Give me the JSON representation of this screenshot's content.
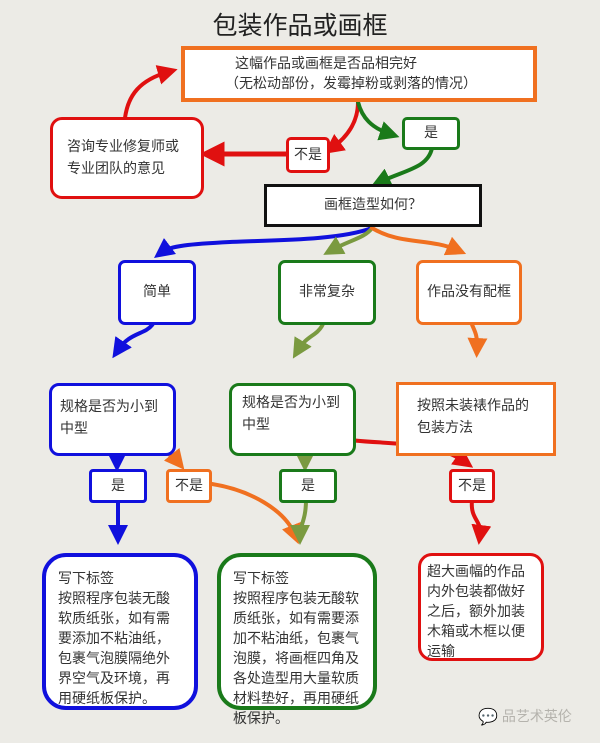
{
  "title": "包装作品或画框",
  "colors": {
    "background": "#ecebe6",
    "orange": "#f07020",
    "red": "#e01010",
    "green": "#1a7a1a",
    "olive": "#7a9a40",
    "blue": "#1010dd",
    "black": "#111111"
  },
  "nodes": {
    "condition_check": {
      "line1": "这幅作品或画框是否品相完好",
      "line2": "（无松动部份，发霉掉粉或剥落的情况）"
    },
    "consult": {
      "text": "咨询专业修复师或专业团队的意见"
    },
    "top_no": {
      "text": "不是"
    },
    "top_yes": {
      "text": "是"
    },
    "frame_type": {
      "text": "画框造型如何？"
    },
    "simple": {
      "text": "简单"
    },
    "complex": {
      "text": "非常复杂"
    },
    "no_frame": {
      "text": "作品没有配框"
    },
    "size_check_simple": {
      "text": "规格是否为小到中型"
    },
    "size_check_complex": {
      "text": "规格是否为小到中型"
    },
    "unframed_method": {
      "text": "按照未装裱作品的包装方法"
    },
    "simple_yes": {
      "text": "是"
    },
    "simple_no": {
      "text": "不是"
    },
    "complex_yes": {
      "text": "是"
    },
    "complex_no": {
      "text": "不是"
    },
    "result_simple": {
      "heading": "写下标签",
      "body": "按照程序包装无酸软质纸张，如有需要添加不粘油纸，包裹气泡膜隔绝外界空气及环境，再用硬纸板保护。"
    },
    "result_complex": {
      "heading": "写下标签",
      "body": "按照程序包装无酸软质纸张，如有需要添加不粘油纸，包裹气泡膜，将画框四角及各处造型用大量软质材料垫好，再用硬纸板保护。"
    },
    "result_large": {
      "body": "超大画幅的作品内外包装都做好之后，额外加装木箱或木框以便运输"
    }
  },
  "watermark": {
    "icon": "wechat-icon",
    "text": "品艺术英伦"
  }
}
